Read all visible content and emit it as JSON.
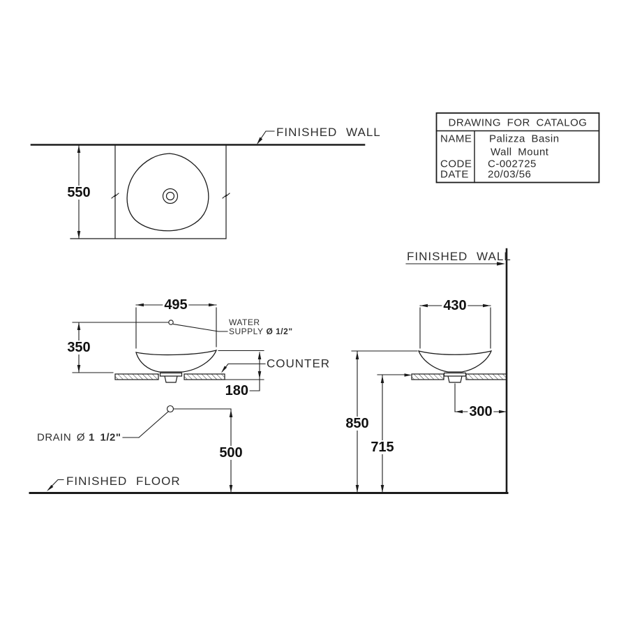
{
  "title_block": {
    "title": "DRAWING FOR CATALOG",
    "name_label": "NAME",
    "name_value_line1": "Palizza Basin",
    "name_value_line2": "Wall Mount",
    "code_label": "CODE",
    "code_value": "C-002725",
    "date_label": "DATE",
    "date_value": "20/03/56"
  },
  "labels": {
    "finished_wall_plan": "FINISHED WALL",
    "finished_wall_side": "FINISHED WALL",
    "finished_floor": "FINISHED FLOOR",
    "counter": "COUNTER",
    "water_supply_line1": "WATER",
    "water_supply_prefix": "SUPPLY",
    "water_supply_size": "Ø 1/2\"",
    "drain_prefix": "DRAIN Ø",
    "drain_size": "1 1/2\""
  },
  "dimensions": {
    "plan_depth": "550",
    "front_basin_width": "495",
    "supply_height_above_counter": "350",
    "rim_above_counter": "180",
    "drain_height_above_floor": "500",
    "side_basin_width": "430",
    "rim_height_above_floor": "850",
    "counter_top_height": "715",
    "drain_offset_from_wall": "300"
  },
  "colors": {
    "line": "#1b1b1b",
    "dimension_text": "#111111",
    "label_text": "#2e2e2e",
    "background": "#ffffff"
  }
}
